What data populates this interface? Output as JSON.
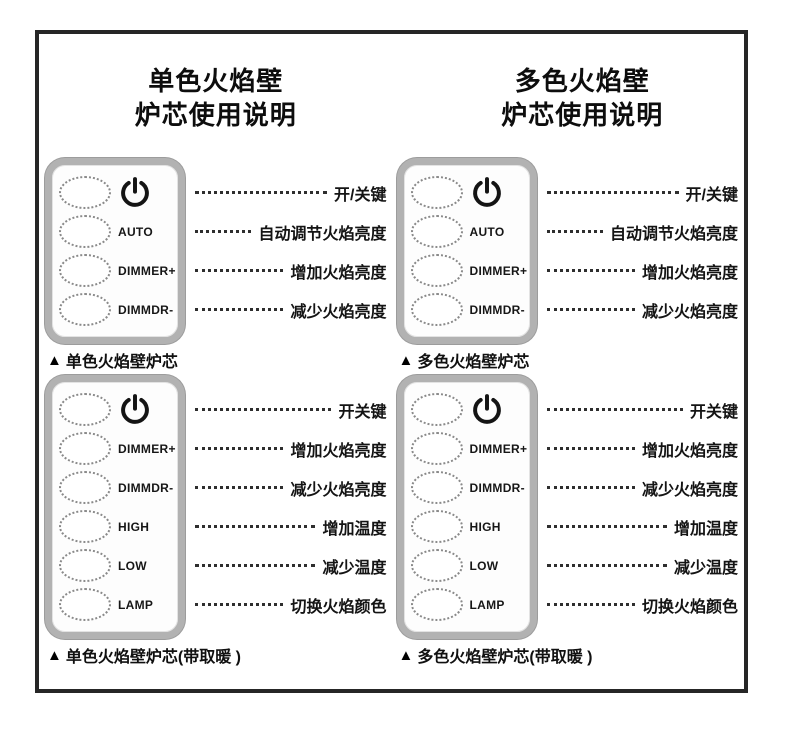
{
  "colors": {
    "frame_border": "#262626",
    "panel_border": "#b2b2b2",
    "text": "#111111",
    "leader_dots": "#2e2e2e"
  },
  "columns": [
    {
      "title": {
        "line1": "单色火焰壁",
        "line2": "炉芯使用说明"
      },
      "panels": [
        {
          "rows": [
            {
              "button_icon": "power-icon",
              "label": "开/关键"
            },
            {
              "button_label": "AUTO",
              "label": "自动调节火焰亮度"
            },
            {
              "button_label": "DIMMER+",
              "label": "增加火焰亮度"
            },
            {
              "button_label": "DIMMDR-",
              "label": "减少火焰亮度"
            }
          ],
          "caption": {
            "marker": "▲",
            "text": "单色火焰壁炉芯"
          }
        },
        {
          "rows": [
            {
              "button_icon": "power-icon",
              "label": "开关键"
            },
            {
              "button_label": "DIMMER+",
              "label": "增加火焰亮度"
            },
            {
              "button_label": "DIMMDR-",
              "label": "减少火焰亮度"
            },
            {
              "button_label": "HIGH",
              "label": "增加温度"
            },
            {
              "button_label": "LOW",
              "label": "减少温度"
            },
            {
              "button_label": "LAMP",
              "label": "切换火焰颜色"
            }
          ],
          "caption": {
            "marker": "▲",
            "text": "单色火焰壁炉芯(带取暖 )"
          }
        }
      ]
    },
    {
      "title": {
        "line1": "多色火焰壁",
        "line2": "炉芯使用说明"
      },
      "panels": [
        {
          "rows": [
            {
              "button_icon": "power-icon",
              "label": "开/关键"
            },
            {
              "button_label": "AUTO",
              "label": "自动调节火焰亮度"
            },
            {
              "button_label": "DIMMER+",
              "label": "增加火焰亮度"
            },
            {
              "button_label": "DIMMDR-",
              "label": "减少火焰亮度"
            }
          ],
          "caption": {
            "marker": "▲",
            "text": "多色火焰壁炉芯"
          }
        },
        {
          "rows": [
            {
              "button_icon": "power-icon",
              "label": "开关键"
            },
            {
              "button_label": "DIMMER+",
              "label": "增加火焰亮度"
            },
            {
              "button_label": "DIMMDR-",
              "label": "减少火焰亮度"
            },
            {
              "button_label": "HIGH",
              "label": "增加温度"
            },
            {
              "button_label": "LOW",
              "label": "减少温度"
            },
            {
              "button_label": "LAMP",
              "label": "切换火焰颜色"
            }
          ],
          "caption": {
            "marker": "▲",
            "text": "多色火焰壁炉芯(带取暖 )"
          }
        }
      ]
    }
  ]
}
